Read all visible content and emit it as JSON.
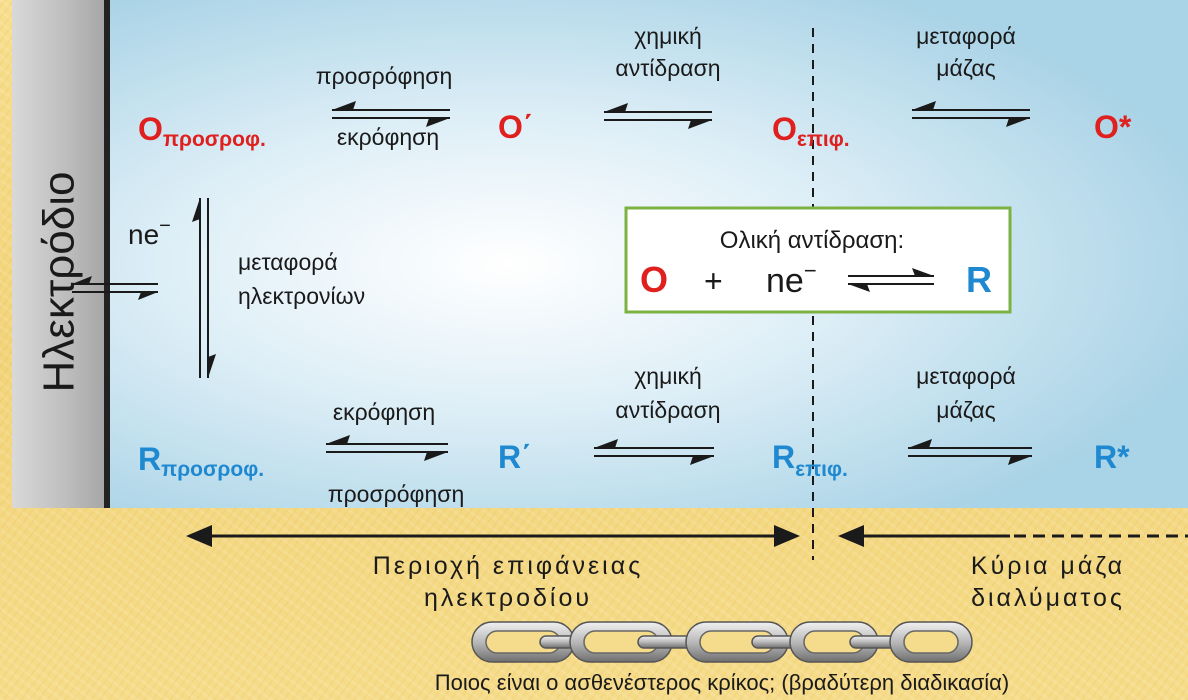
{
  "electrode_label": "Ηλεκτρόδιο",
  "top_row": {
    "o_ads": "O",
    "o_ads_sub": "προσροφ.",
    "o_prime": "O΄",
    "o_surf": "O",
    "o_surf_sub": "επιφ.",
    "o_bulk": "O*",
    "adsorption_label": "προσρόφηση",
    "desorption_label": "εκρόφηση",
    "chem_line1": "χημική",
    "chem_line2": "αντίδραση",
    "mass_line1": "μεταφορά",
    "mass_line2": "μάζας"
  },
  "bottom_row": {
    "r_ads": "R",
    "r_ads_sub": "προσροφ.",
    "r_prime": "R΄",
    "r_surf": "R",
    "r_surf_sub": "επιφ.",
    "r_bulk": "R*",
    "desorption_label": "εκρόφηση",
    "adsorption_label": "προσρόφηση",
    "chem_line1": "χημική",
    "chem_line2": "αντίδραση",
    "mass_line1": "μεταφορά",
    "mass_line2": "μάζας"
  },
  "electron_transfer": {
    "ne": "ne",
    "ne_sup": "−",
    "line1": "μεταφορά",
    "line2": "ηλεκτρονίων"
  },
  "overall_box": {
    "title": "Ολική αντίδραση:",
    "o": "O",
    "plus": "+",
    "ne": "ne",
    "ne_sup": "−",
    "r": "R"
  },
  "regions": {
    "surface_line1": "Περιοχή επιφάνειας",
    "surface_line2": "ηλεκτροδίου",
    "bulk_line1": "Κύρια μάζα",
    "bulk_line2": "διαλύματος"
  },
  "caption": "Ποιος είναι ο ασθενέστερος κρίκος; (βραδύτερη διαδικασία)",
  "colors": {
    "oxidized": "#e0201e",
    "reduced": "#1e88d0",
    "text": "#1a1a1a",
    "panel": "#b9dcec",
    "box_border": "#7cb242"
  }
}
